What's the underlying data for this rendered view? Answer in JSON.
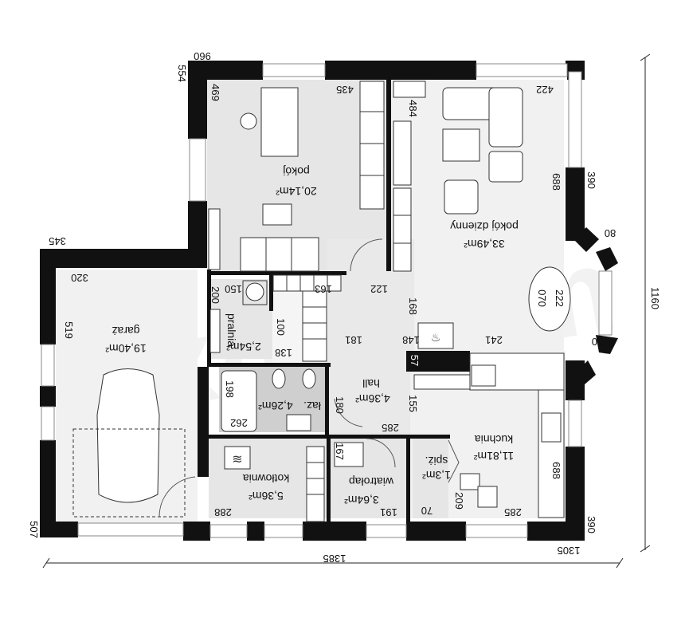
{
  "watermark": "extradom",
  "rooms": [
    {
      "id": "pokoj",
      "name": "pokój",
      "area": "20,14m²"
    },
    {
      "id": "pokoj-dzienny",
      "name": "pokój dzienny",
      "area": "33,49m²"
    },
    {
      "id": "garaz",
      "name": "garaż",
      "area": "19,40m²"
    },
    {
      "id": "pralnia",
      "name": "pralnia",
      "area": "2,54m²"
    },
    {
      "id": "laz",
      "name": "łaz.",
      "area": "4,26m²"
    },
    {
      "id": "hall",
      "name": "hall",
      "area": "4,36m²"
    },
    {
      "id": "kuchnia",
      "name": "kuchnia",
      "area": "11,81m²"
    },
    {
      "id": "spiz",
      "name": "spiż.",
      "area": "1,3m²"
    },
    {
      "id": "kotlownia",
      "name": "kotłownia",
      "area": "5,36m²"
    },
    {
      "id": "wiatrolap",
      "name": "wiatrołap",
      "area": "3,64m²"
    }
  ],
  "dimensions": {
    "overall_width": "1385",
    "overall_height": "1160",
    "bottom_right": "1305",
    "top_960": "960",
    "left_554": "554",
    "d469": "469",
    "d435": "435",
    "d484": "484",
    "d422": "422",
    "d390_top": "390",
    "d688_top": "688",
    "d80_top": "80",
    "d80_bot": "80",
    "d390_bot": "390",
    "d688_bot": "688",
    "d345": "345",
    "d320": "320",
    "d519": "519",
    "d507": "507",
    "d150": "150",
    "d200": "200",
    "d163": "163",
    "d122": "122",
    "d100": "100",
    "d138": "138",
    "d181": "181",
    "d168": "168",
    "d148": "148",
    "d241": "241",
    "d57": "57",
    "d198": "198",
    "d262": "262",
    "d180": "180",
    "d155": "155",
    "d285_hall": "285",
    "d167": "167",
    "d191": "191",
    "d288": "288",
    "d70": "70",
    "d209": "209",
    "d285_kuch": "285",
    "table_dim1": "070",
    "table_dim2": "222"
  }
}
